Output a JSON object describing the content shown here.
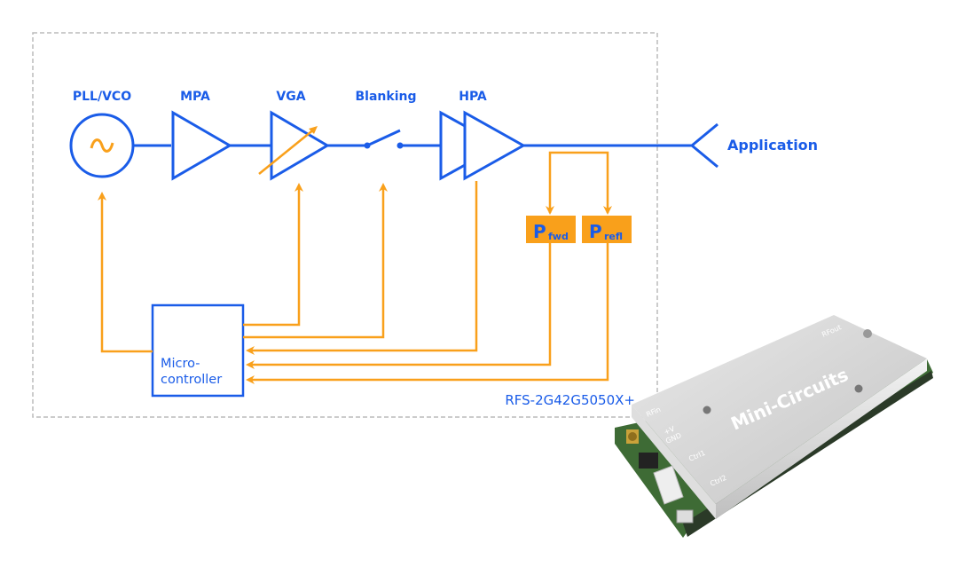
{
  "diagram": {
    "title": "RFS-2G42G5050X+",
    "blocks": {
      "pll": "PLL/VCO",
      "mpa": "MPA",
      "vga": "VGA",
      "blanking": "Blanking",
      "hpa": "HPA",
      "application": "Application",
      "micro_line1": "Micro-",
      "micro_line2": "controller",
      "pfwd_main": "P",
      "pfwd_sub": "fwd",
      "prefl_main": "P",
      "prefl_sub": "refl"
    },
    "colors": {
      "signal": "#1a5ce8",
      "control": "#f9a01b",
      "border": "#bbbbbb"
    }
  },
  "product": {
    "brand": "Mini-Circuits",
    "labels": [
      "RFin",
      "+V",
      "GND",
      "Ctrl1",
      "Ctrl2",
      "RFout"
    ]
  }
}
